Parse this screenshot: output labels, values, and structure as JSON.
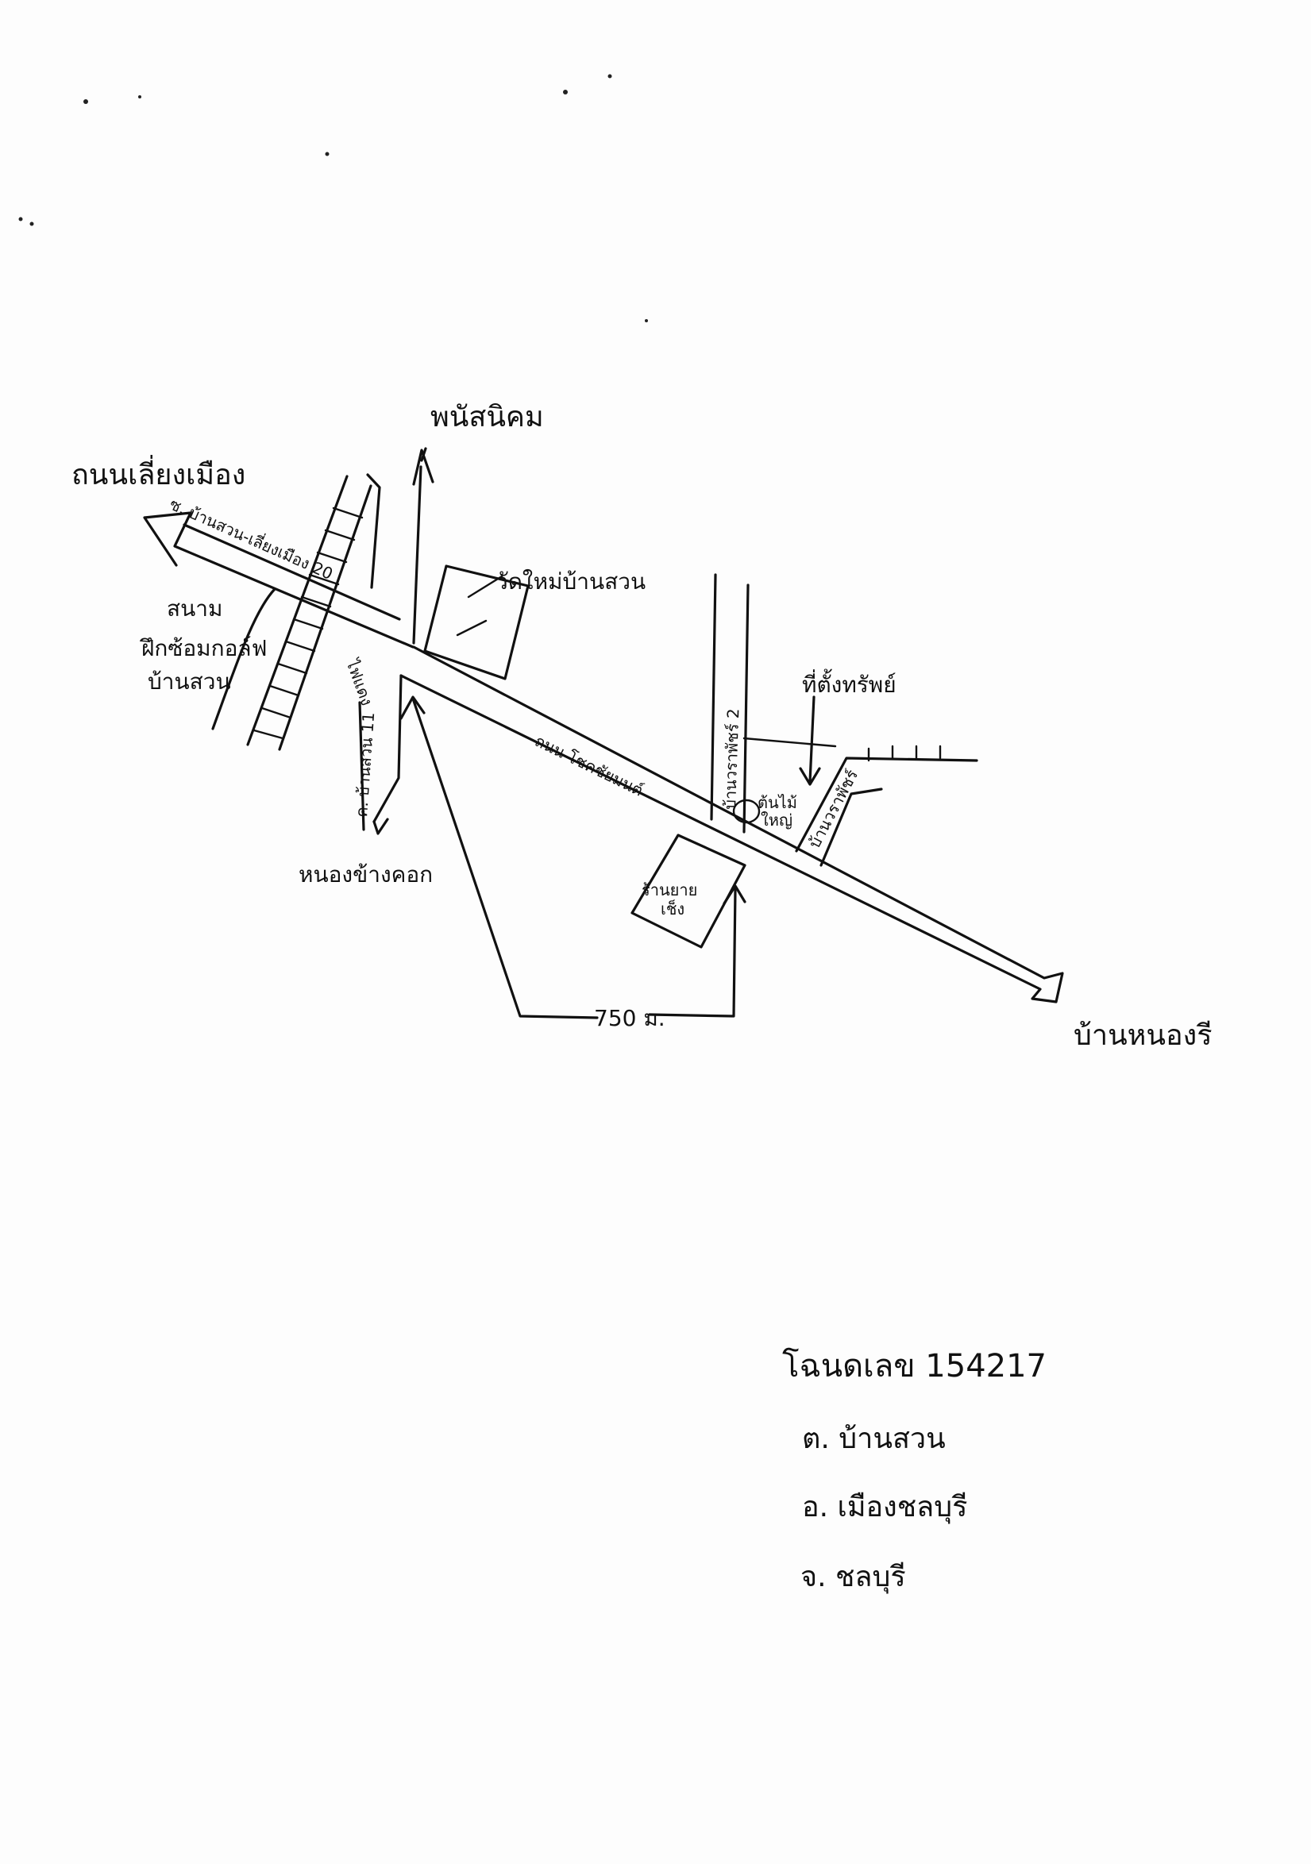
{
  "map": {
    "road_labels": {
      "north_destination": "พนัสนิคม",
      "west_destination": "ถนนเลี่ยงเมือง",
      "side_road_west": "ซ. บ้านสวน-เลี่ยงเมือง 20",
      "main_road": "ถนน โชคชัยมนต์",
      "southwest_road": "ค. บ้านสวน 11",
      "south_destination": "หนองข้างคอก",
      "east_destination": "บ้านหนองรี",
      "lane_1": "บ้านวราพัชร์ 2",
      "lane_2": "บ้านวราพัชร์"
    },
    "place_labels": {
      "golf_range": "สนาม ฝึกซ้อมกอล์ฟ บ้านสวน",
      "temple": "วัดใหม่บ้านสวน",
      "property": "ที่ตั้งทรัพย์",
      "shop": "ร้านยาย เช็ง",
      "small_marker": "ต้นไม้ ใหญ่",
      "traffic_light": "ไฟแดง"
    },
    "distance_label": "750 ม."
  },
  "deed": {
    "number_line": "โฉนดเลข 154217",
    "subdistrict": "ต. บ้านสวน",
    "district": "อ. เมืองชลบุรี",
    "province": "จ. ชลบุรี"
  }
}
